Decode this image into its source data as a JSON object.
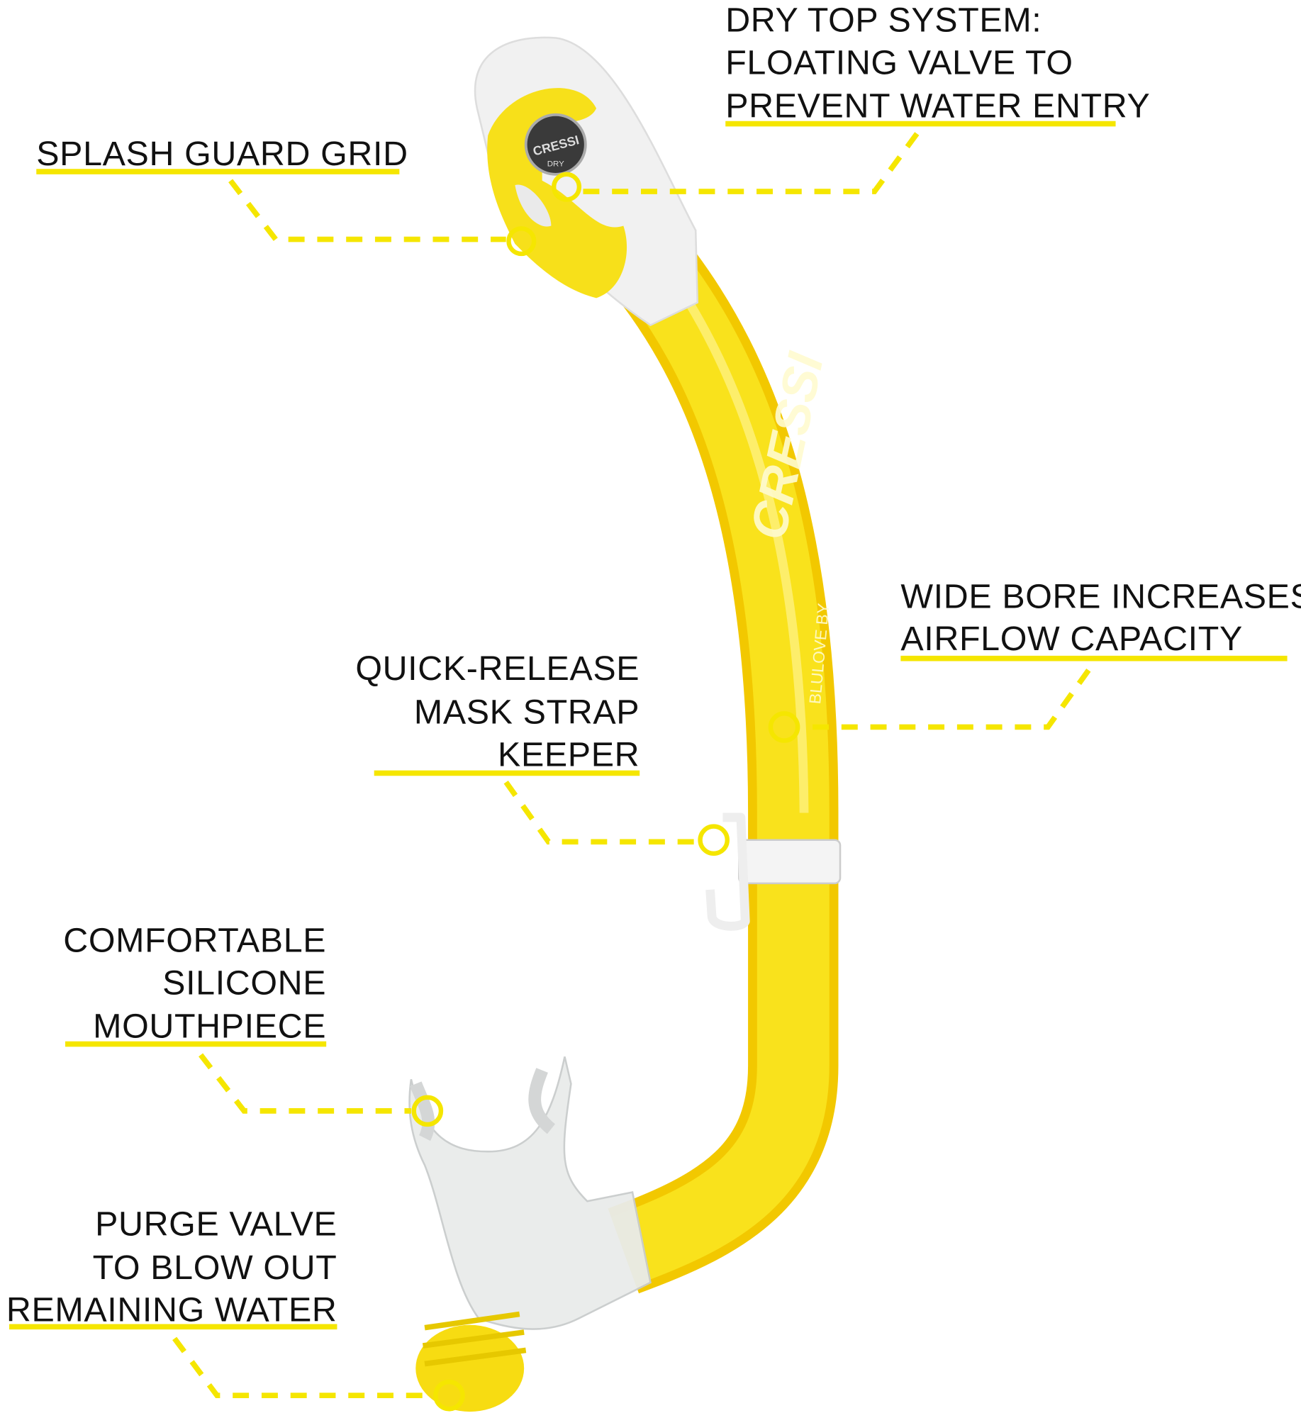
{
  "colors": {
    "accent": "#f5e600",
    "tube": "#f7dc12",
    "head": "#f2f2f2",
    "text": "#111111"
  },
  "callouts": {
    "splash": {
      "lines": [
        "SPLASH GUARD GRID"
      ]
    },
    "drytop": {
      "lines": [
        "DRY TOP SYSTEM:",
        "FLOATING VALVE TO",
        "PREVENT WATER ENTRY"
      ]
    },
    "bore": {
      "lines": [
        "WIDE BORE INCREASES",
        "AIRFLOW CAPACITY"
      ]
    },
    "keeper": {
      "lines": [
        "QUICK-RELEASE",
        "MASK STRAP",
        "KEEPER"
      ]
    },
    "mouth": {
      "lines": [
        "COMFORTABLE",
        "SILICONE",
        "MOUTHPIECE"
      ]
    },
    "purge": {
      "lines": [
        "PURGE VALVE",
        "TO BLOW OUT",
        "REMAINING WATER"
      ]
    }
  },
  "product": {
    "brand": "CRESSI",
    "tube_text": "BLULOVE BY",
    "badge_brand": "CRESSI",
    "badge_text": "DRY"
  }
}
